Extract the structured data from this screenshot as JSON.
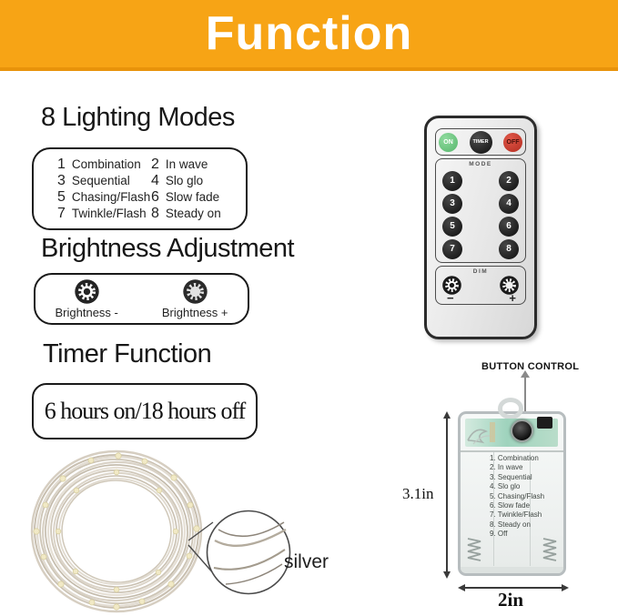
{
  "banner": {
    "title": "Function"
  },
  "colors": {
    "banner_bg": "#F7A415",
    "banner_edge": "#E8930B",
    "on_green": "#66C57D",
    "off_red": "#D03528",
    "button_black": "#1C1C1C"
  },
  "lighting": {
    "heading": "8 Lighting Modes",
    "modes": [
      {
        "num": "1",
        "label": "Combination"
      },
      {
        "num": "2",
        "label": "In wave"
      },
      {
        "num": "3",
        "label": "Sequential"
      },
      {
        "num": "4",
        "label": "Slo glo"
      },
      {
        "num": "5",
        "label": "Chasing/Flash"
      },
      {
        "num": "6",
        "label": "Slow fade"
      },
      {
        "num": "7",
        "label": "Twinkle/Flash"
      },
      {
        "num": "8",
        "label": "Steady on"
      }
    ]
  },
  "brightness": {
    "heading": "Brightness Adjustment",
    "minus": "Brightness -",
    "plus": "Brightness +"
  },
  "timer": {
    "heading": "Timer Function",
    "value": "6 hours on/18 hours off"
  },
  "remote": {
    "on": "ON",
    "timer": "TIMER",
    "off": "OFF",
    "mode_label": "MODE",
    "mode_buttons": [
      "1",
      "2",
      "3",
      "4",
      "5",
      "6",
      "7",
      "8"
    ],
    "dim_label": "DIM",
    "dim_minus": "−",
    "dim_plus": "+"
  },
  "battery": {
    "label": "BUTTON CONTROL",
    "height": "3.1in",
    "width": "2in",
    "modes": [
      "1. Combination",
      "2. In wave",
      "3. Sequential",
      "4. Slo glo",
      "5. Chasing/Flash",
      "6. Slow fade",
      "7. Twinkle/Flash",
      "8. Steady on",
      "9. Off"
    ]
  },
  "lights": {
    "finish": "silver"
  }
}
